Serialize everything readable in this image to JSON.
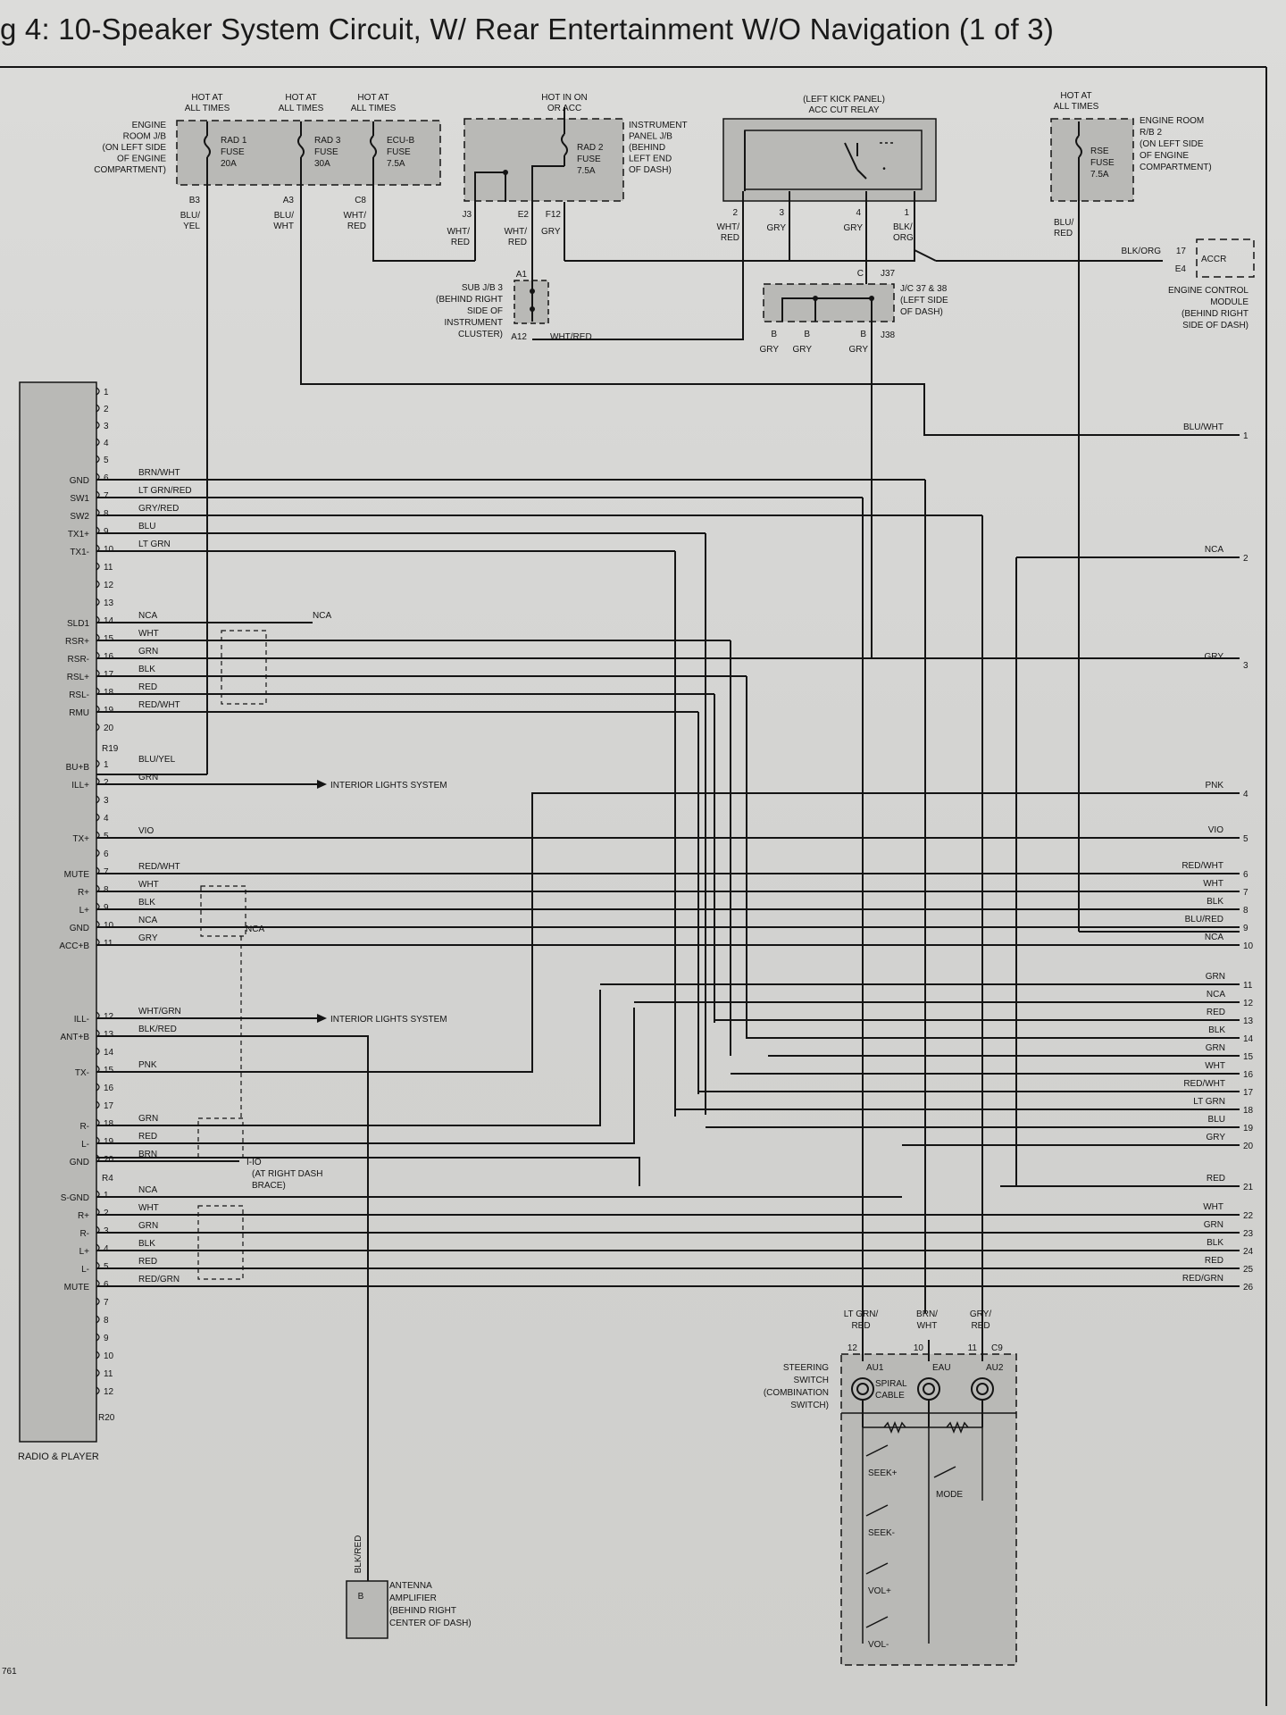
{
  "title": "g 4: 10-Speaker System Circuit, W/ Rear Entertainment W/O Navigation (1 of 3)",
  "page_number": "761",
  "fuse_blocks": {
    "engine_room_jb": {
      "label": [
        "ENGINE",
        "ROOM J/B",
        "(ON LEFT SIDE",
        "OF ENGINE",
        "COMPARTMENT)"
      ],
      "fuses": [
        {
          "hot": [
            "HOT AT",
            "ALL TIMES"
          ],
          "name": [
            "RAD 1",
            "FUSE",
            "20A"
          ],
          "pin": "B3",
          "wire": [
            "BLU/",
            "YEL"
          ]
        },
        {
          "hot": [
            "HOT AT",
            "ALL TIMES"
          ],
          "name": [
            "RAD 3",
            "FUSE",
            "30A"
          ],
          "pin": "A3",
          "wire": [
            "BLU/",
            "WHT"
          ]
        },
        {
          "hot": [
            "HOT AT",
            "ALL TIMES"
          ],
          "name": [
            "ECU-B",
            "FUSE",
            "7.5A"
          ],
          "pin": "C8",
          "wire": [
            "WHT/",
            "RED"
          ]
        }
      ]
    },
    "instrument_panel_jb": {
      "hot": [
        "HOT IN ON",
        "OR ACC"
      ],
      "fuse": [
        "RAD 2",
        "FUSE",
        "7.5A"
      ],
      "label": [
        "INSTRUMENT",
        "PANEL J/B",
        "(BEHIND",
        "LEFT END",
        "OF DASH)"
      ],
      "pins": [
        "J3",
        "E2",
        "F12"
      ],
      "wires": [
        [
          "WHT/",
          "RED"
        ],
        [
          "WHT/",
          "RED"
        ],
        [
          "GRY"
        ]
      ]
    },
    "acc_cut_relay": {
      "label": [
        "(LEFT KICK PANEL)",
        "ACC CUT RELAY"
      ],
      "pins": [
        "2",
        "3",
        "4",
        "1"
      ],
      "wires": [
        [
          "WHT/",
          "RED"
        ],
        [
          "GRY"
        ],
        [
          "GRY"
        ],
        [
          "BLK/",
          "ORG"
        ]
      ]
    },
    "engine_room_rb2": {
      "hot": [
        "HOT AT",
        "ALL TIMES"
      ],
      "fuse": [
        "RSE",
        "FUSE",
        "7.5A"
      ],
      "label": [
        "ENGINE ROOM",
        "R/B 2",
        "(ON LEFT SIDE",
        "OF ENGINE",
        "COMPARTMENT)"
      ],
      "wire": [
        "BLU/",
        "RED"
      ]
    },
    "sub_jb3": {
      "label": [
        "SUB J/B 3",
        "(BEHIND RIGHT",
        "SIDE OF",
        "INSTRUMENT",
        "CLUSTER)"
      ],
      "pins": [
        "A1",
        "A12"
      ],
      "wire": "WHT/RED"
    },
    "jc": {
      "label": [
        "J/C 37 & 38",
        "(LEFT SIDE",
        "OF DASH)"
      ],
      "top_pin": "C",
      "top_conn": "J37",
      "bottom_pins": [
        "B",
        "B",
        "B"
      ],
      "bottom_conn": "J38",
      "wires": [
        "GRY",
        "GRY",
        "GRY"
      ]
    },
    "ecm": {
      "label": [
        "ENGINE CONTROL",
        "MODULE",
        "(BEHIND RIGHT",
        "SIDE OF DASH)"
      ],
      "pin_wire": "BLK/ORG",
      "pin": "17",
      "conn": "E4",
      "term": "ACCR"
    }
  },
  "radio": {
    "label": "RADIO & PLAYER",
    "connectors": [
      "R19",
      "R4",
      "R20"
    ],
    "interior_lights": "INTERIOR LIGHTS SYSTEM",
    "nca": "NCA",
    "ground_label": [
      "I-IO",
      "(AT RIGHT DASH",
      "BRACE)"
    ],
    "rows": [
      {
        "pin": "1",
        "term": "",
        "wire": "",
        "right_wire": "BLU/WHT",
        "right_num": "1"
      },
      {
        "pin": "2",
        "term": "",
        "wire": ""
      },
      {
        "pin": "3",
        "term": "",
        "wire": ""
      },
      {
        "pin": "4",
        "term": "",
        "wire": ""
      },
      {
        "pin": "5",
        "term": "",
        "wire": ""
      },
      {
        "pin": "6",
        "term": "GND",
        "wire": "BRN/WHT"
      },
      {
        "pin": "7",
        "term": "SW1",
        "wire": "LT GRN/RED"
      },
      {
        "pin": "8",
        "term": "SW2",
        "wire": "GRY/RED"
      },
      {
        "pin": "9",
        "term": "TX1+",
        "wire": "BLU"
      },
      {
        "pin": "10",
        "term": "TX1-",
        "wire": "LT GRN",
        "right_wire": "NCA",
        "right_num": "2"
      },
      {
        "pin": "11",
        "term": "",
        "wire": ""
      },
      {
        "pin": "12",
        "term": "",
        "wire": ""
      },
      {
        "pin": "13",
        "term": "",
        "wire": ""
      },
      {
        "pin": "14",
        "term": "SLD1",
        "wire": "NCA"
      },
      {
        "pin": "15",
        "term": "RSR+",
        "wire": "WHT"
      },
      {
        "pin": "16",
        "term": "RSR-",
        "wire": "GRN",
        "right_wire": "GRY",
        "right_num": "3"
      },
      {
        "pin": "17",
        "term": "RSL+",
        "wire": "BLK"
      },
      {
        "pin": "18",
        "term": "RSL-",
        "wire": "RED"
      },
      {
        "pin": "19",
        "term": "RMU",
        "wire": "RED/WHT"
      },
      {
        "pin": "20",
        "term": "",
        "wire": ""
      },
      {
        "pin": "1",
        "term": "BU+B",
        "wire": "BLU/YEL"
      },
      {
        "pin": "2",
        "term": "ILL+",
        "wire": "GRN",
        "right_wire": "PNK",
        "right_num": "4"
      },
      {
        "pin": "3",
        "term": "",
        "wire": ""
      },
      {
        "pin": "4",
        "term": "",
        "wire": ""
      },
      {
        "pin": "5",
        "term": "TX+",
        "wire": "VIO",
        "right_wire": "VIO",
        "right_num": "5"
      },
      {
        "pin": "6",
        "term": "",
        "wire": ""
      },
      {
        "pin": "7",
        "term": "MUTE",
        "wire": "RED/WHT",
        "right_wire": "RED/WHT",
        "right_num": "6"
      },
      {
        "pin": "8",
        "term": "R+",
        "wire": "WHT",
        "right_wire": "WHT",
        "right_num": "7"
      },
      {
        "pin": "9",
        "term": "L+",
        "wire": "BLK",
        "right_wire": "BLK",
        "right_num": "8"
      },
      {
        "pin": "10",
        "term": "GND",
        "wire": "NCA",
        "right_wire": "BLU/RED",
        "right_num": "9"
      },
      {
        "pin": "11",
        "term": "ACC+B",
        "wire": "GRY",
        "right_wire": "NCA",
        "right_num": "10"
      },
      {
        "pin": "12",
        "term": "ILL-",
        "wire": "WHT/GRN"
      },
      {
        "pin": "13",
        "term": "ANT+B",
        "wire": "BLK/RED"
      },
      {
        "pin": "14",
        "term": "",
        "wire": ""
      },
      {
        "pin": "15",
        "term": "TX-",
        "wire": "PNK"
      },
      {
        "pin": "16",
        "term": "",
        "wire": ""
      },
      {
        "pin": "17",
        "term": "",
        "wire": ""
      },
      {
        "pin": "18",
        "term": "R-",
        "wire": "GRN"
      },
      {
        "pin": "19",
        "term": "L-",
        "wire": "RED"
      },
      {
        "pin": "20",
        "term": "GND",
        "wire": "BRN"
      },
      {
        "pin": "1",
        "term": "S-GND",
        "wire": "NCA"
      },
      {
        "pin": "2",
        "term": "R+",
        "wire": "WHT",
        "right_wire": "WHT",
        "right_num": "22"
      },
      {
        "pin": "3",
        "term": "R-",
        "wire": "GRN",
        "right_wire": "GRN",
        "right_num": "23"
      },
      {
        "pin": "4",
        "term": "L+",
        "wire": "BLK",
        "right_wire": "BLK",
        "right_num": "24"
      },
      {
        "pin": "5",
        "term": "L-",
        "wire": "RED",
        "right_wire": "RED",
        "right_num": "25"
      },
      {
        "pin": "6",
        "term": "MUTE",
        "wire": "RED/GRN",
        "right_wire": "RED/GRN",
        "right_num": "26"
      },
      {
        "pin": "7",
        "term": "",
        "wire": ""
      },
      {
        "pin": "8",
        "term": "",
        "wire": ""
      },
      {
        "pin": "9",
        "term": "",
        "wire": ""
      },
      {
        "pin": "10",
        "term": "",
        "wire": ""
      },
      {
        "pin": "11",
        "term": "",
        "wire": ""
      },
      {
        "pin": "12",
        "term": "",
        "wire": ""
      }
    ],
    "extra_right": [
      {
        "wire": "GRN",
        "num": "11"
      },
      {
        "wire": "NCA",
        "num": "12"
      },
      {
        "wire": "RED",
        "num": "13"
      },
      {
        "wire": "BLK",
        "num": "14"
      },
      {
        "wire": "GRN",
        "num": "15"
      },
      {
        "wire": "WHT",
        "num": "16"
      },
      {
        "wire": "RED/WHT",
        "num": "17"
      },
      {
        "wire": "LT GRN",
        "num": "18"
      },
      {
        "wire": "BLU",
        "num": "19"
      },
      {
        "wire": "GRY",
        "num": "20"
      },
      {
        "wire": "RED",
        "num": "21"
      }
    ]
  },
  "steering_switch": {
    "label": [
      "STEERING",
      "SWITCH",
      "(COMBINATION",
      "SWITCH)"
    ],
    "wires": [
      [
        "LT GRN/",
        "RED"
      ],
      [
        "BRN/",
        "WHT"
      ],
      [
        "GRY/",
        "RED"
      ]
    ],
    "pins": [
      "12",
      "10",
      "11"
    ],
    "conn": "C9",
    "terms": [
      "AU1",
      "EAU",
      "AU2"
    ],
    "spiral": [
      "SPIRAL",
      "CABLE"
    ],
    "buttons": [
      "SEEK+",
      "MODE",
      "SEEK-",
      "VOL+",
      "VOL-"
    ]
  },
  "antenna": {
    "wire": "BLK/RED",
    "pin": "B",
    "label": [
      "ANTENNA",
      "AMPLIFIER",
      "(BEHIND RIGHT",
      "CENTER OF DASH)"
    ]
  },
  "colors": {
    "ink": "#141414",
    "shade": "#b9b9b6",
    "paper": "#d8d8d6"
  }
}
